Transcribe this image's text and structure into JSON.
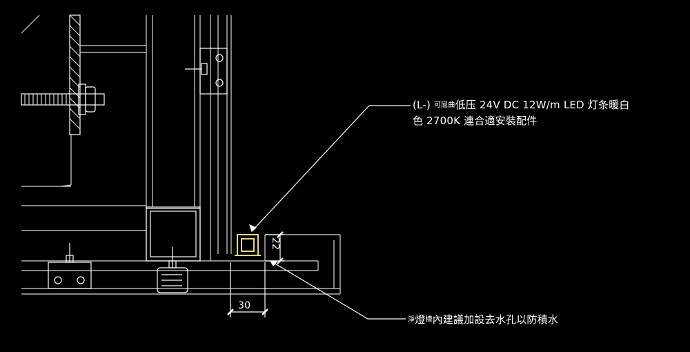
{
  "annotations": {
    "led_note": {
      "prefix": "(L-)",
      "small": "可屈曲",
      "line1": "低压  24V DC 12W/m  LED 灯条暖白",
      "line2": "色  2700K  連合適安裝配件"
    },
    "drain_note": {
      "small_a": "淨",
      "main_a": "燈",
      "small_b": "槽",
      "main_b": "內建議加設去水孔以防積水"
    }
  },
  "dimensions": {
    "vertical": "22",
    "horizontal": "30"
  },
  "colors": {
    "background": "#000000",
    "lines": "#ffffff",
    "led_profile": "#e6d87a"
  }
}
